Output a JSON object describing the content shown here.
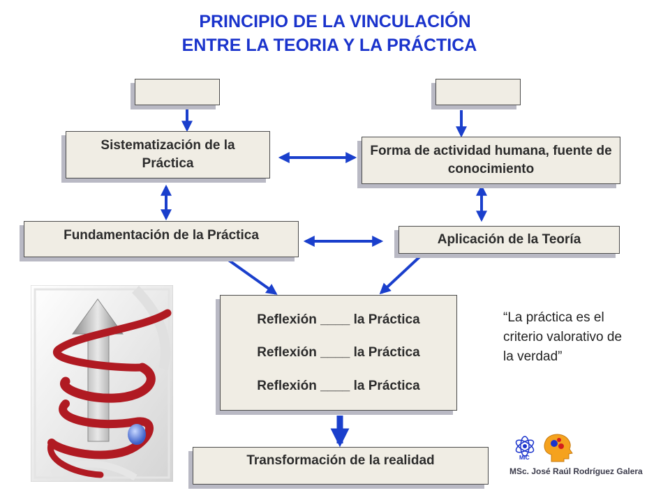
{
  "title": {
    "line1": "PRINCIPIO DE LA VINCULACIÓN",
    "line2": "ENTRE  LA TEORIA Y LA PRÁCTICA"
  },
  "boxes": {
    "top_left_blank": "",
    "top_right_blank": "",
    "sistematizacion": "Sistematización de la Práctica",
    "forma_actividad": "Forma de actividad humana, fuente de conocimiento",
    "fundamentacion": "Fundamentación de la Práctica",
    "aplicacion": "Aplicación de la Teoría",
    "reflexion": [
      "Reflexión ____ la Práctica",
      "Reflexión ____ la Práctica",
      "Reflexión ____ la Práctica"
    ],
    "transformacion": "Transformación de la realidad"
  },
  "quote": "“La práctica es el criterio valorativo de la verdad”",
  "logo": {
    "mic_text": "MIC",
    "author": "MSc. José Raúl Rodríguez Galera"
  },
  "colors": {
    "title": "#1a33cc",
    "arrow": "#1a3fcc",
    "box_fill": "#f0ede4",
    "box_shadow": "#b9b9c4",
    "spiral": "#b01a22"
  }
}
